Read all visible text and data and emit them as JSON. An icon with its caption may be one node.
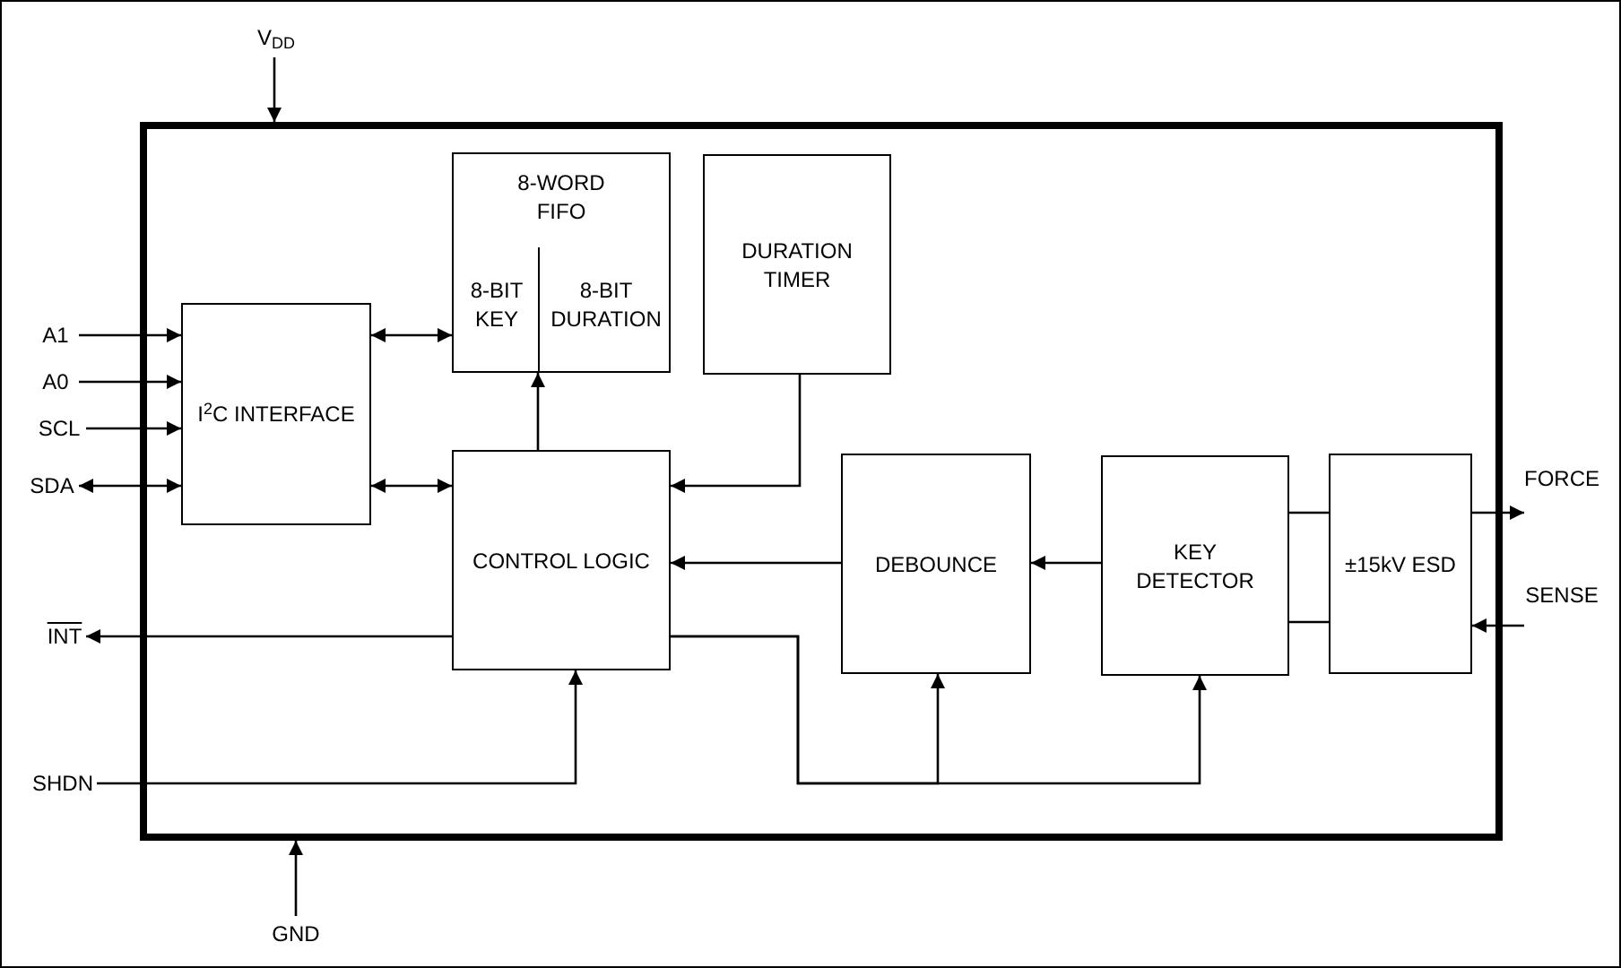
{
  "diagram": {
    "nodes": [
      {
        "text": [],
        "shape": "box"
      },
      {
        "text": [
          "8-WORD FIFO",
          "8-BIT KEY",
          "8-BIT DURATION"
        ],
        "in": 0
      },
      {
        "text": [
          "DURATION TIMER"
        ],
        "in": 0
      },
      {
        "text": [
          "I$^{2}$C INTERFACE"
        ],
        "in": 0
      },
      {
        "text": [
          "CONTROL LOGIC"
        ],
        "in": 0
      },
      {
        "text": [
          "DEBOUNCE"
        ],
        "in": 0
      },
      {
        "text": [
          "KEY DETECTOR"
        ],
        "in": 0
      },
      {
        "text": [
          "±15kV ESD"
        ],
        "in": 0
      },
      {
        "text": [
          "V$_{DD}$"
        ]
      },
      {
        "text": [
          "A1"
        ]
      },
      {
        "text": [
          "A0"
        ]
      },
      {
        "text": [
          "SCL"
        ]
      },
      {
        "text": [
          "SDA"
        ]
      },
      {
        "text": [
          "INT"
        ]
      },
      {
        "text": [
          "SHDN"
        ]
      },
      {
        "text": [
          "GND"
        ]
      },
      {
        "text": [
          "FORCE"
        ]
      },
      {
        "text": [
          "SENSE"
        ]
      }
    ],
    "edges": [
      {
        "from": 8,
        "to": 0,
        "arrow": "to"
      },
      {
        "from": 9,
        "to": 3,
        "arrow": "to"
      },
      {
        "from": 10,
        "to": 3,
        "arrow": "to"
      },
      {
        "from": 11,
        "to": 3,
        "arrow": "to"
      },
      {
        "from": 12,
        "to": 3,
        "arrow": "both"
      },
      {
        "from": 3,
        "to": 1,
        "arrow": "both"
      },
      {
        "from": 3,
        "to": 4,
        "arrow": "both"
      },
      {
        "from": 4,
        "to": 1,
        "arrow": "to"
      },
      {
        "from": 2,
        "to": 4,
        "arrow": "to"
      },
      {
        "from": 5,
        "to": 4,
        "arrow": "to"
      },
      {
        "from": 6,
        "to": 5,
        "arrow": "to"
      },
      {
        "from": 7,
        "to": 6,
        "arrow": "none"
      },
      {
        "from": 7,
        "to": 6,
        "arrow": "none"
      },
      {
        "from": 7,
        "to": 16,
        "arrow": "to"
      },
      {
        "from": 17,
        "to": 7,
        "arrow": "to"
      },
      {
        "from": 4,
        "to": 13,
        "arrow": "to"
      },
      {
        "from": 14,
        "to": 4,
        "arrow": "to"
      },
      {
        "from": 4,
        "to": 5,
        "arrow": "to"
      },
      {
        "from": 4,
        "to": 6,
        "arrow": "to"
      },
      {
        "from": 15,
        "to": 0,
        "arrow": "to"
      }
    ]
  }
}
